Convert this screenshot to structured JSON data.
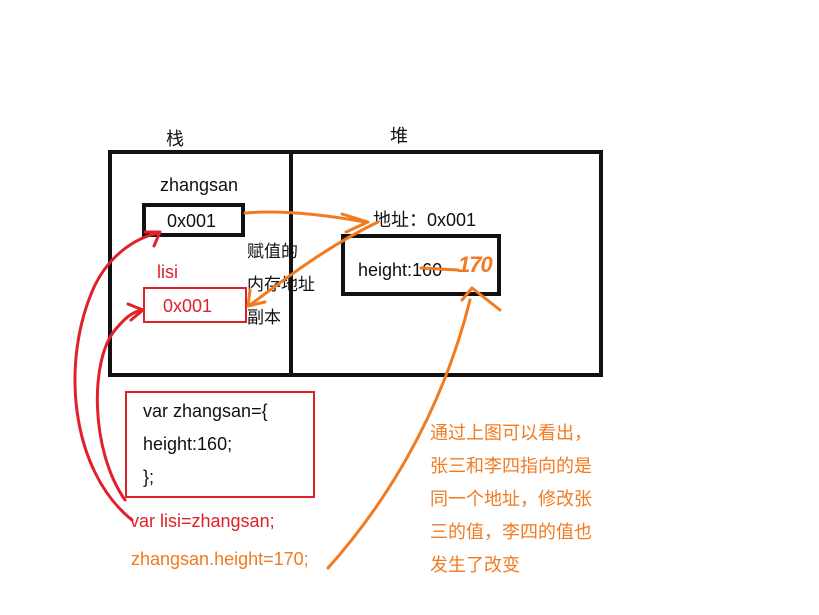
{
  "labels": {
    "stack": "栈",
    "heap": "堆",
    "zhangsan_name": "zhangsan",
    "zhangsan_addr": "0x001",
    "lisi_name": "lisi",
    "lisi_addr": "0x001",
    "copy_note_line1": "赋值的",
    "copy_note_line2": "内存地址",
    "copy_note_line3": "副本",
    "heap_address": "地址：0x001",
    "heap_property": "height:160",
    "heap_new_value": "170"
  },
  "code": {
    "line1": "var zhangsan={",
    "line2": "height:160;",
    "line3": "};",
    "assign": "var lisi=zhangsan;",
    "modify": "zhangsan.height=170;"
  },
  "conclusion": {
    "line1": "通过上图可以看出，",
    "line2": "张三和李四指向的是",
    "line3": "同一个地址，修改张",
    "line4": "三的值，李四的值也",
    "line5": "发生了改变"
  },
  "colors": {
    "black": "#111111",
    "red": "#e0202a",
    "orange": "#f07b21"
  }
}
